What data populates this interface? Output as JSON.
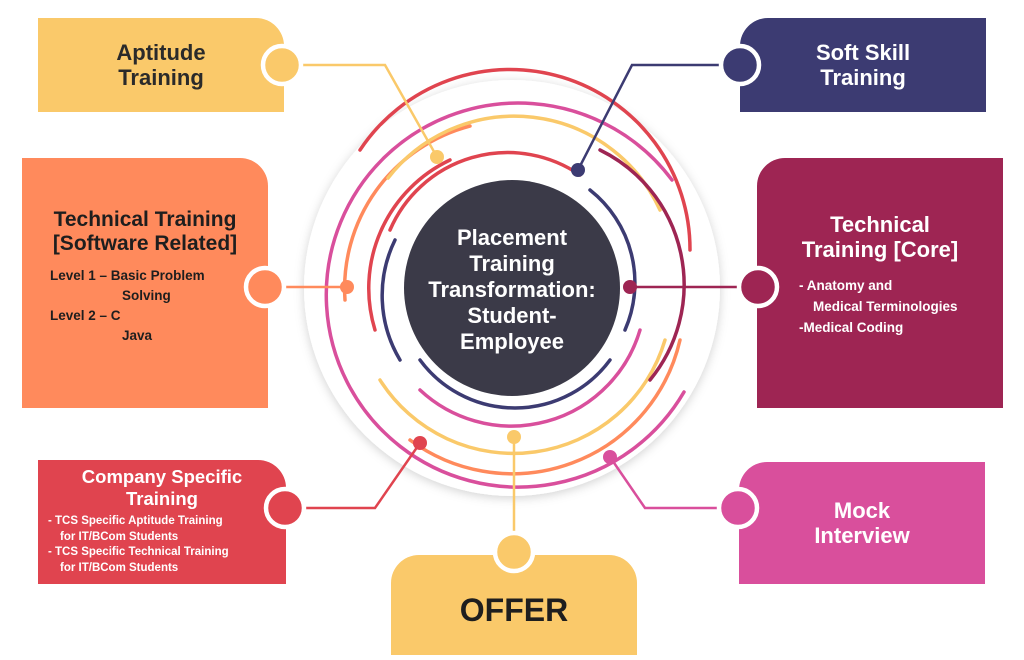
{
  "center": {
    "title": [
      "Placement",
      "Training",
      "Transformation:",
      "Student-",
      "Employee"
    ]
  },
  "cards": {
    "aptitude": {
      "title": [
        "Aptitude",
        "Training"
      ],
      "color": "#FAC96A"
    },
    "soft_skill": {
      "title": [
        "Soft Skill",
        "Training"
      ],
      "color": "#3C3B72"
    },
    "tech_software": {
      "title": [
        "Technical Training",
        "[Software Related]"
      ],
      "items": [
        "Level 1 – Basic Problem",
        "Solving",
        "Level 2 – C",
        "Java"
      ],
      "color": "#FF8A5C"
    },
    "tech_core": {
      "title": [
        "Technical",
        "Training [Core]"
      ],
      "items": [
        "- Anatomy and",
        "Medical Terminologies",
        "-Medical Coding"
      ],
      "color": "#9E2553"
    },
    "company": {
      "title": [
        "Company Specific",
        "Training"
      ],
      "items": [
        "- TCS Specific Aptitude Training",
        "for IT/BCom Students",
        "- TCS Specific Technical Training",
        "for IT/BCom Students"
      ],
      "color": "#E0444F"
    },
    "mock": {
      "title": [
        "Mock",
        "Interview"
      ],
      "color": "#D94F9C"
    },
    "offer": {
      "title": "OFFER",
      "color": "#FAC96A"
    }
  },
  "colors": {
    "center_fill": "#3B3A48",
    "yellow": "#FAC96A",
    "navy": "#3C3B72",
    "orange": "#FF8A5C",
    "maroon": "#9E2553",
    "red": "#E0444F",
    "pink": "#D94F9C"
  }
}
